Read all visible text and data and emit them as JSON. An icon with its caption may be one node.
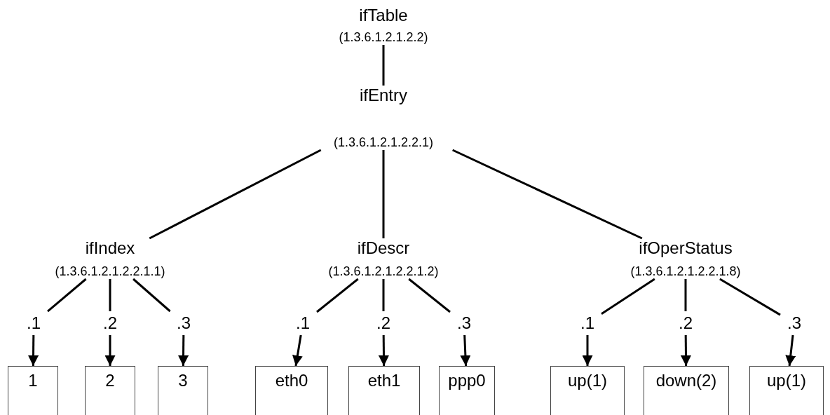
{
  "diagram": {
    "nodes": [
      {
        "text": [
          "ifTable",
          "(1.3.6.1.2.1.2.2)"
        ]
      },
      {
        "text": [
          "ifEntry",
          "(1.3.6.1.2.1.2.2.1)"
        ]
      },
      {
        "text": [
          "ifIndex",
          "(1.3.6.1.2.1.2.2.1.1)"
        ]
      },
      {
        "text": [
          "ifDescr",
          "(1.3.6.1.2.1.2.2.1.2)"
        ]
      },
      {
        "text": [
          "ifOperStatus",
          "(1.3.6.1.2.1.2.2.1.8)"
        ]
      },
      {
        "text": [
          ".1"
        ]
      },
      {
        "text": [
          ".2"
        ]
      },
      {
        "text": [
          ".3"
        ]
      },
      {
        "text": [
          ".1"
        ]
      },
      {
        "text": [
          ".2"
        ]
      },
      {
        "text": [
          ".3"
        ]
      },
      {
        "text": [
          ".1"
        ]
      },
      {
        "text": [
          ".2"
        ]
      },
      {
        "text": [
          ".3"
        ]
      },
      {
        "text": [
          "1"
        ]
      },
      {
        "text": [
          "2"
        ]
      },
      {
        "text": [
          "3"
        ]
      },
      {
        "text": [
          "eth0"
        ]
      },
      {
        "text": [
          "eth1"
        ]
      },
      {
        "text": [
          "ppp0"
        ]
      },
      {
        "text": [
          "up(1)"
        ]
      },
      {
        "text": [
          "down(2)"
        ]
      },
      {
        "text": [
          "up(1)"
        ]
      }
    ],
    "edges": [
      {
        "from": 0,
        "to": 1,
        "arrow": "none"
      },
      {
        "from": 1,
        "to": 2,
        "arrow": "none"
      },
      {
        "from": 1,
        "to": 3,
        "arrow": "none"
      },
      {
        "from": 1,
        "to": 4,
        "arrow": "none"
      },
      {
        "from": 2,
        "to": 5,
        "arrow": "none"
      },
      {
        "from": 2,
        "to": 6,
        "arrow": "none"
      },
      {
        "from": 2,
        "to": 7,
        "arrow": "none"
      },
      {
        "from": 3,
        "to": 8,
        "arrow": "none"
      },
      {
        "from": 3,
        "to": 9,
        "arrow": "none"
      },
      {
        "from": 3,
        "to": 10,
        "arrow": "none"
      },
      {
        "from": 4,
        "to": 11,
        "arrow": "none"
      },
      {
        "from": 4,
        "to": 12,
        "arrow": "none"
      },
      {
        "from": 4,
        "to": 13,
        "arrow": "none"
      },
      {
        "from": 5,
        "to": 14,
        "arrow": "to"
      },
      {
        "from": 6,
        "to": 15,
        "arrow": "to"
      },
      {
        "from": 7,
        "to": 16,
        "arrow": "to"
      },
      {
        "from": 8,
        "to": 17,
        "arrow": "to"
      },
      {
        "from": 9,
        "to": 18,
        "arrow": "to"
      },
      {
        "from": 10,
        "to": 19,
        "arrow": "to"
      },
      {
        "from": 11,
        "to": 20,
        "arrow": "to"
      },
      {
        "from": 12,
        "to": 21,
        "arrow": "to"
      },
      {
        "from": 13,
        "to": 22,
        "arrow": "to"
      }
    ]
  }
}
